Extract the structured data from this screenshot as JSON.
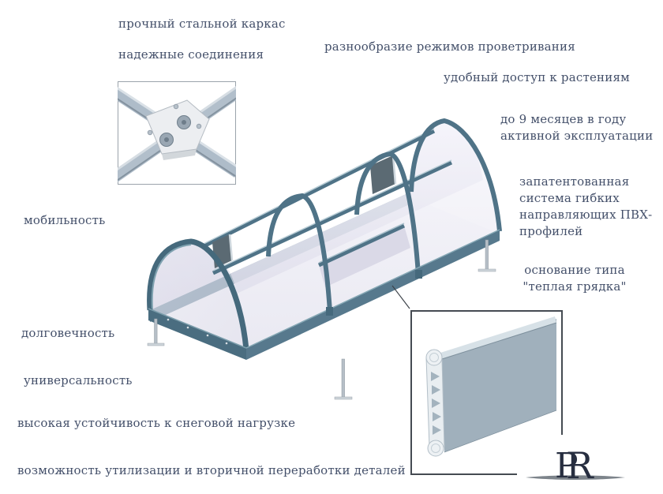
{
  "page": {
    "background": "#ffffff",
    "description": "Greenhouse product feature diagram"
  },
  "labels": {
    "strong_frame": "прочный стальной каркас",
    "reliable_joints": "надежные соединения",
    "ventilation": "разнообразие режимов проветривания",
    "plant_access": "удобный доступ к растениям",
    "months_of_use": "до 9 месяцев в году\nактивной эксплуатации",
    "patented_system": "запатентованная\nсистема гибких\nнаправляющих ПВХ-\nпрофилей",
    "base_type": "основание типа\n\"теплая грядка\"",
    "mobility": "мобильность",
    "durability": "долговечность",
    "universality": "универсальность",
    "snow_load": "высокая устойчивость к снеговой нагрузке",
    "recycling": "возможность утилизации и вторичной переработки деталей"
  },
  "logo": {
    "letter_p": "P",
    "letter_r": "R"
  },
  "illustrations": {
    "greenhouse": "isometric arched tunnel greenhouse with steel frame and translucent cover",
    "joint_detail": "cross joint of square steel tubes with riveted connecting plate",
    "profile_detail": "hollow PVC base board profile cross-section"
  },
  "colors": {
    "text": "#44506a",
    "frame_teal": "#4f7387",
    "frame_dark": "#3e5d6d",
    "base_rail": "#4d7082",
    "cover_film": "#e7e6f2",
    "vent_slot": "#5b6a73",
    "steel_tube_light": "#aebcc9",
    "plate_white": "#eceef1",
    "panel_gray": "#a0b0bc",
    "logo_navy": "#272e40",
    "inset_border_light": "#9ba3ab",
    "inset_border_dark": "#454b52"
  }
}
